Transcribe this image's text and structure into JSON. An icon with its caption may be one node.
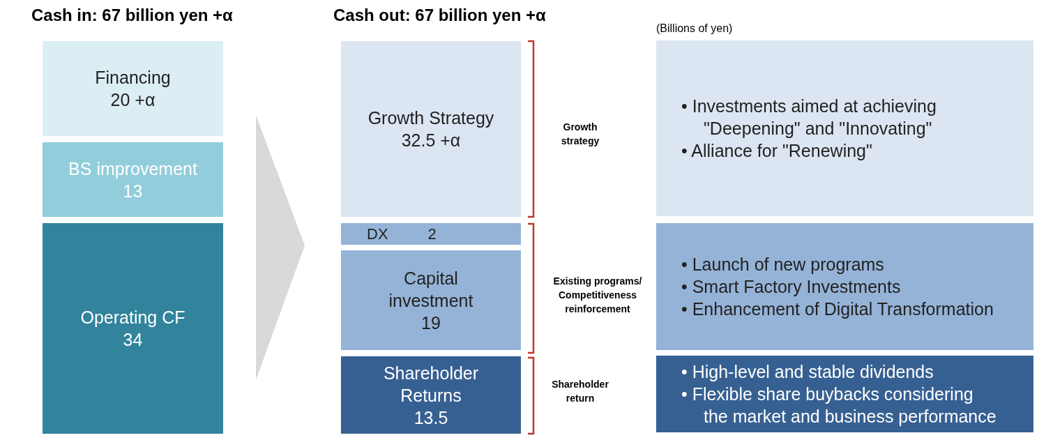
{
  "diagram": {
    "nodes": [
      {
        "text": [
          "Financing",
          "20 +α"
        ]
      },
      {
        "text": [
          "BS improvement",
          "13"
        ]
      },
      {
        "text": [
          "Operating CF",
          "34"
        ]
      },
      {
        "text": [
          "Growth Strategy",
          "32.5 +α"
        ]
      },
      {
        "text": [
          "DX",
          "2"
        ]
      },
      {
        "text": [
          "Capital investment",
          "19"
        ]
      },
      {
        "text": [
          "Shareholder Returns",
          "13.5"
        ]
      },
      {
        "text": [
          "• Investments aimed at achieving \"Deepening\" and \"Innovating\"",
          "• Alliance for \"Renewing\""
        ]
      },
      {
        "text": [
          "• Launch of new programs",
          "• Smart Factory Investments",
          "• Enhancement of Digital Transformation"
        ]
      },
      {
        "text": [
          "• High-level and stable dividends",
          "• Flexible share buybacks considering the market and business performance"
        ]
      }
    ],
    "edges": [],
    "labels": [
      "Cash in: 67 billion yen +α",
      "Cash out: 67 billion yen +α",
      "(Billions of yen)",
      "Growth strategy",
      "Existing programs/ Competitiveness reinforcement",
      "Shareholder return"
    ]
  }
}
